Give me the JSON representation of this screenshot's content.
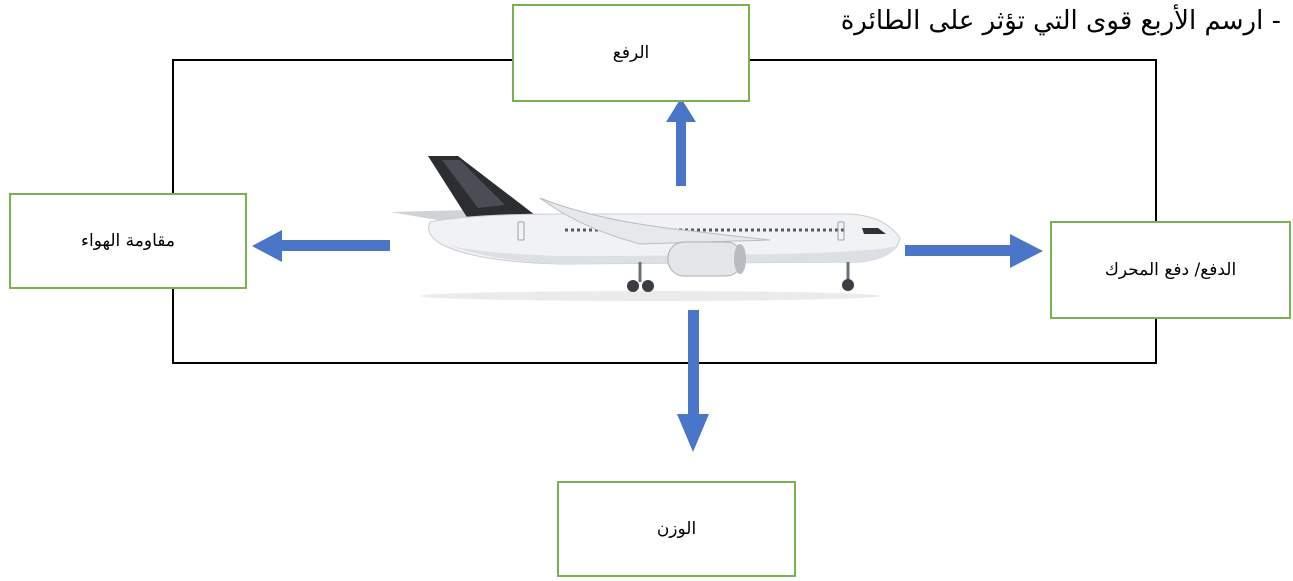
{
  "instruction": "- ارسم الأربع قوى التي تؤثر على الطائرة",
  "forces": {
    "lift": "الرفع",
    "drag": "مقاومة الهواء",
    "thrust": "الدفع/ دفع المحرك",
    "weight": "الوزن"
  },
  "colors": {
    "arrow": "#4a76c9",
    "box_border": "#7ab04d",
    "frame": "#000000"
  }
}
